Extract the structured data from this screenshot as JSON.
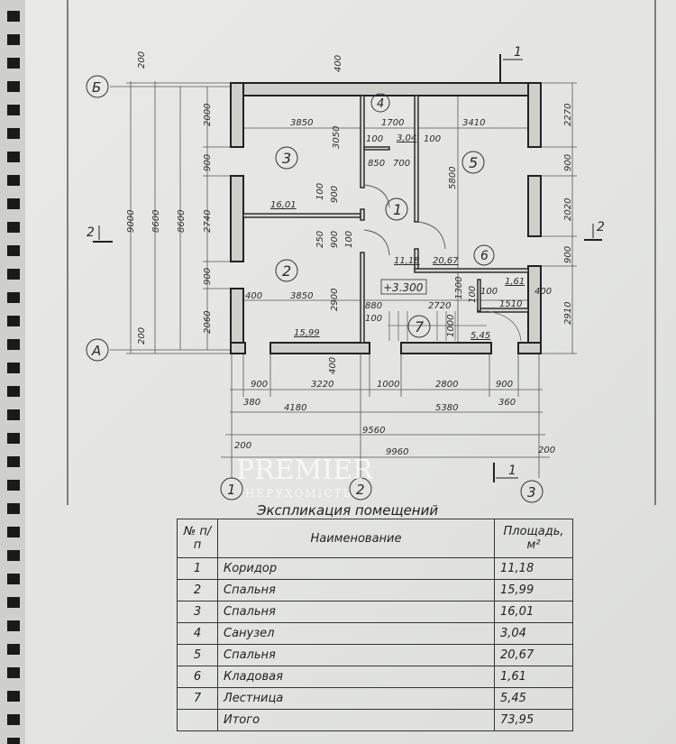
{
  "axes": {
    "rows": [
      "Б",
      "А"
    ],
    "columns": [
      "1",
      "2",
      "3"
    ]
  },
  "section_marks": {
    "section_1": "1",
    "section_2": "2"
  },
  "rooms": [
    {
      "number": "1",
      "area": "11,18"
    },
    {
      "number": "2",
      "area": "15,99"
    },
    {
      "number": "3",
      "area": "16,01"
    },
    {
      "number": "4",
      "area": "3,04"
    },
    {
      "number": "5",
      "area": "20,67"
    },
    {
      "number": "6",
      "area": "1,61"
    },
    {
      "number": "7",
      "area": "5,45"
    }
  ],
  "level_mark": "+3.300",
  "dimensions": {
    "left_outer": [
      "200",
      "9000",
      "8600",
      "8600",
      "200"
    ],
    "left_chain": [
      "2000",
      "900",
      "2740",
      "900",
      "2060"
    ],
    "right_chain": [
      "2270",
      "900",
      "2020",
      "900",
      "2910"
    ],
    "top_wall": "400",
    "bottom_wall": "400",
    "interior": [
      "3850",
      "3050",
      "1700",
      "3410",
      "100",
      "3,04",
      "100",
      "850",
      "700",
      "100",
      "900",
      "250",
      "900",
      "100",
      "5800",
      "400",
      "3850",
      "2900",
      "880",
      "2720",
      "1300",
      "100",
      "100",
      "1510",
      "400",
      "100",
      "1000"
    ],
    "bottom_chain_1": [
      "900",
      "3220",
      "1000",
      "2800",
      "900"
    ],
    "bottom_offsets": [
      "380",
      "360"
    ],
    "bottom_chain_2": [
      "4180",
      "5380"
    ],
    "bottom_total_1": "9560",
    "bottom_total_2": "9960",
    "bottom_edges": [
      "200",
      "200"
    ]
  },
  "watermark": {
    "brand": "PREMIER",
    "sub": "НЕРУХОМІСТЬ"
  },
  "table": {
    "caption": "Экспликация помещений",
    "headers": {
      "num": "№ п/п",
      "name": "Наименование",
      "area": "Площадь, м²"
    },
    "rows": [
      {
        "num": "1",
        "name": "Коридор",
        "area": "11,18"
      },
      {
        "num": "2",
        "name": "Спальня",
        "area": "15,99"
      },
      {
        "num": "3",
        "name": "Спальня",
        "area": "16,01"
      },
      {
        "num": "4",
        "name": "Санузел",
        "area": "3,04"
      },
      {
        "num": "5",
        "name": "Спальня",
        "area": "20,67"
      },
      {
        "num": "6",
        "name": "Кладовая",
        "area": "1,61"
      },
      {
        "num": "7",
        "name": "Лестница",
        "area": "5,45"
      }
    ],
    "total": {
      "label": "Итого",
      "area": "73,95"
    }
  }
}
